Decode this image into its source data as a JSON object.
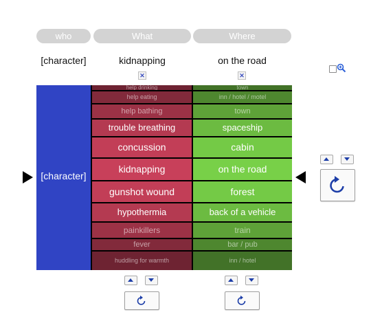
{
  "headers": {
    "who": "who",
    "what": "What",
    "where": "Where"
  },
  "selection": {
    "who": "[character]",
    "what": "kidnapping",
    "where": "on the road",
    "remove_glyph": "✕"
  },
  "reel": {
    "who_selected": "[character]",
    "what_items": [
      "help drinking",
      "help eating",
      "help bathing",
      "trouble breathing",
      "concussion",
      "kidnapping",
      "gunshot wound",
      "hypothermia",
      "painkillers",
      "fever",
      "huddling for warmth"
    ],
    "where_items": [
      "town",
      "inn / hotel / motel",
      "town",
      "spaceship",
      "cabin",
      "on the road",
      "forest",
      "back of a vehicle",
      "train",
      "bar / pub",
      "inn / hotel"
    ]
  },
  "colors": {
    "who_bg": "#3044c4",
    "what_center": "#c8405a",
    "where_center": "#78d048",
    "header_bg": "#d3d3d3"
  },
  "icons": {
    "spin": "refresh-icon",
    "zoom": "zoom-icon",
    "up": "up-arrow-icon",
    "down": "down-arrow-icon"
  }
}
